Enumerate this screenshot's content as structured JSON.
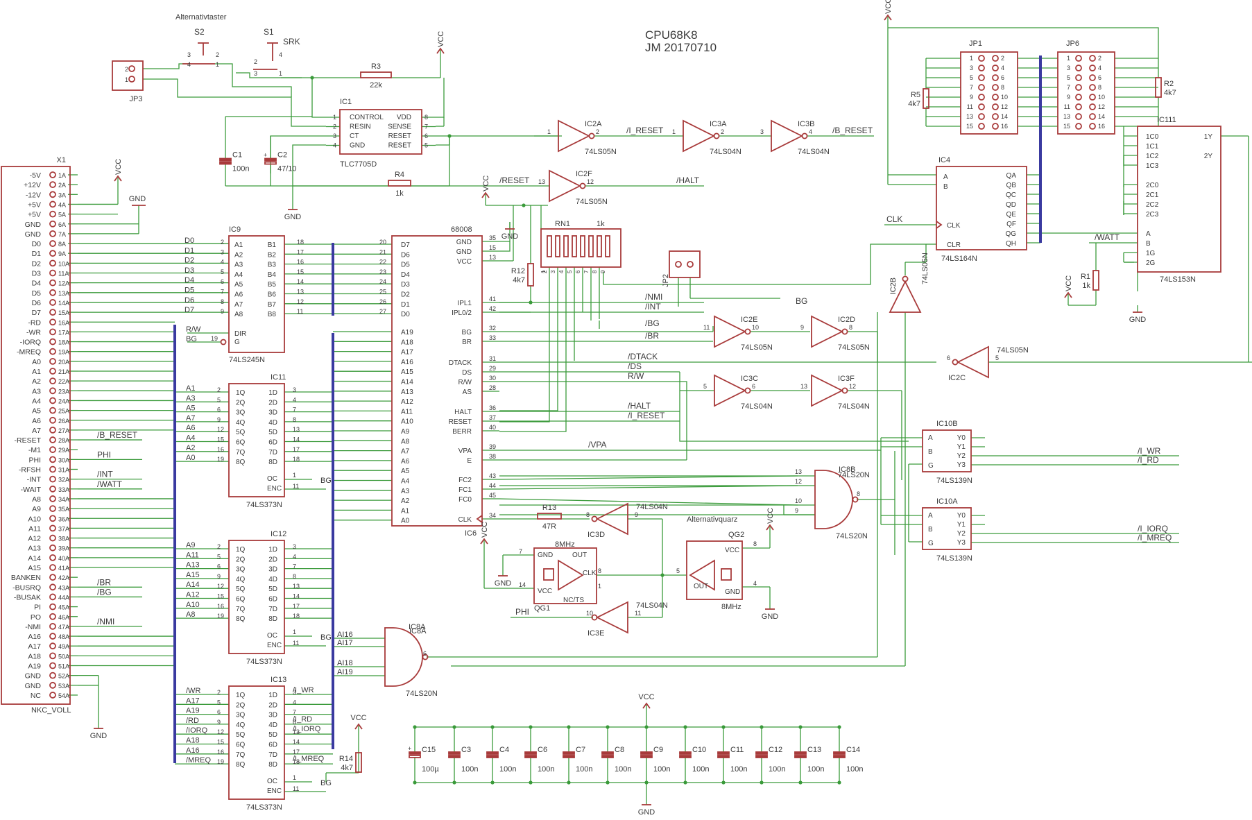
{
  "title": {
    "line1": "CPU68K8",
    "line2": "JM 20170710"
  },
  "colors": {
    "wire": "#3a9a3a",
    "part": "#a83a3a",
    "bus": "#3a3aa0",
    "text": "#3a3a3a"
  },
  "power": {
    "vcc": "VCC",
    "gnd": "GND"
  },
  "connector_x1": {
    "ref": "X1",
    "name": "NKC_VOLL",
    "pins": [
      {
        "num": "1A",
        "label": "-5V"
      },
      {
        "num": "2A",
        "label": "+12V"
      },
      {
        "num": "3A",
        "label": "-12V"
      },
      {
        "num": "4A",
        "label": "+5V"
      },
      {
        "num": "5A",
        "label": "+5V"
      },
      {
        "num": "6A",
        "label": "GND"
      },
      {
        "num": "7A",
        "label": "GND"
      },
      {
        "num": "8A",
        "label": "D0"
      },
      {
        "num": "9A",
        "label": "D1"
      },
      {
        "num": "10A",
        "label": "D2"
      },
      {
        "num": "11A",
        "label": "D3"
      },
      {
        "num": "12A",
        "label": "D4"
      },
      {
        "num": "13A",
        "label": "D5"
      },
      {
        "num": "14A",
        "label": "D6"
      },
      {
        "num": "15A",
        "label": "D7"
      },
      {
        "num": "16A",
        "label": "-RD"
      },
      {
        "num": "17A",
        "label": "-WR"
      },
      {
        "num": "18A",
        "label": "-IORQ"
      },
      {
        "num": "19A",
        "label": "-MREQ"
      },
      {
        "num": "20A",
        "label": "A0"
      },
      {
        "num": "21A",
        "label": "A1"
      },
      {
        "num": "22A",
        "label": "A2"
      },
      {
        "num": "23A",
        "label": "A3"
      },
      {
        "num": "24A",
        "label": "A4"
      },
      {
        "num": "25A",
        "label": "A5"
      },
      {
        "num": "26A",
        "label": "A6"
      },
      {
        "num": "27A",
        "label": "A7"
      },
      {
        "num": "28A",
        "label": "-RESET"
      },
      {
        "num": "29A",
        "label": "-M1"
      },
      {
        "num": "30A",
        "label": "PHI"
      },
      {
        "num": "31A",
        "label": "-RFSH"
      },
      {
        "num": "32A",
        "label": "-INT"
      },
      {
        "num": "33A",
        "label": "-WAIT"
      },
      {
        "num": "34A",
        "label": "A8"
      },
      {
        "num": "35A",
        "label": "A9"
      },
      {
        "num": "36A",
        "label": "A10"
      },
      {
        "num": "37A",
        "label": "A11"
      },
      {
        "num": "38A",
        "label": "A12"
      },
      {
        "num": "39A",
        "label": "A13"
      },
      {
        "num": "40A",
        "label": "A14"
      },
      {
        "num": "41A",
        "label": "A15"
      },
      {
        "num": "42A",
        "label": "BANKEN"
      },
      {
        "num": "43A",
        "label": "-BUSRQ"
      },
      {
        "num": "44A",
        "label": "-BUSAK"
      },
      {
        "num": "45A",
        "label": "PI"
      },
      {
        "num": "46A",
        "label": "PO"
      },
      {
        "num": "47A",
        "label": "-NMI"
      },
      {
        "num": "48A",
        "label": "A16"
      },
      {
        "num": "49A",
        "label": "A17"
      },
      {
        "num": "50A",
        "label": "A18"
      },
      {
        "num": "51A",
        "label": "A19"
      },
      {
        "num": "52A",
        "label": "GND"
      },
      {
        "num": "53A",
        "label": "GND"
      },
      {
        "num": "54A",
        "label": "NC"
      }
    ]
  },
  "net_labels": {
    "x1_side": [
      {
        "key": "b_reset",
        "text": "/B_RESET"
      },
      {
        "key": "phi",
        "text": "PHI"
      },
      {
        "key": "int",
        "text": "/INT"
      },
      {
        "key": "watt",
        "text": "/WATT"
      },
      {
        "key": "br",
        "text": "/BR"
      },
      {
        "key": "bg",
        "text": "/BG"
      },
      {
        "key": "nmi",
        "text": "/NMI"
      }
    ],
    "cpu_side": [
      {
        "key": "nmi",
        "text": "/NMI"
      },
      {
        "key": "int",
        "text": "/INT"
      },
      {
        "key": "bg",
        "text": "/BG"
      },
      {
        "key": "br",
        "text": "/BR"
      },
      {
        "key": "dtack",
        "text": "/DTACK"
      },
      {
        "key": "ds",
        "text": "/DS"
      },
      {
        "key": "rw",
        "text": "R/W"
      },
      {
        "key": "halt",
        "text": "/HALT"
      },
      {
        "key": "i_reset",
        "text": "/I_RESET"
      },
      {
        "key": "vpa",
        "text": "/VPA"
      }
    ],
    "misc": {
      "i_reset_top": "/I_RESET",
      "b_reset_top": "/B_RESET",
      "reset": "/RESET",
      "halt": "/HALT",
      "bg_net": "BG",
      "clk": "CLK",
      "watt_right": "/WATT",
      "i_wr": "/I_WR",
      "i_rd": "/I_RD",
      "i_iorq": "/I_IORQ",
      "i_mreq": "/I_MREQ",
      "phi_bottom": "PHI",
      "ic13_in": [
        "/WR",
        "A17",
        "A19",
        "/RD",
        "/IORQ",
        "A18",
        "A16",
        "/MREQ"
      ],
      "ic13_out": [
        "/I_WR",
        "/I_RD",
        "/I_IORQ",
        "/I_MREQ"
      ],
      "ic8a_in": [
        "AI16",
        "AI17",
        "AI18",
        "AI19"
      ]
    }
  },
  "switches": {
    "header": "Alternativtaster",
    "s2": "S2",
    "s1": "S1",
    "srk": "SRK",
    "jp3": "JP3"
  },
  "components": {
    "ic1": {
      "ref": "IC1",
      "value": "TLC7705D",
      "pins_left": [
        "CONTROL",
        "RESIN",
        "CT",
        "GND"
      ],
      "pins_right": [
        "VDD",
        "SENSE",
        "RESET",
        "RESET"
      ]
    },
    "r3": {
      "ref": "R3",
      "value": "22k"
    },
    "r4": {
      "ref": "R4",
      "value": "1k"
    },
    "r12": {
      "ref": "R12",
      "value": "4k7"
    },
    "r13": {
      "ref": "R13",
      "value": "47R"
    },
    "r14": {
      "ref": "R14",
      "value": "4k7"
    },
    "r5": {
      "ref": "R5",
      "value": "4k7"
    },
    "r2": {
      "ref": "R2",
      "value": "4k7"
    },
    "r1": {
      "ref": "R1",
      "value": "1k"
    },
    "rn1": {
      "ref": "RN1",
      "value": "1k"
    },
    "c1": {
      "ref": "C1",
      "value": "100n"
    },
    "c2": {
      "ref": "C2",
      "value": "47/10"
    },
    "jp1": {
      "ref": "JP1"
    },
    "jp6": {
      "ref": "JP6"
    },
    "jp2": {
      "ref": "JP2"
    },
    "ic9": {
      "ref": "IC9",
      "value": "74LS245N"
    },
    "ic11": {
      "ref": "IC11",
      "value": "74LS373N"
    },
    "ic12": {
      "ref": "IC12",
      "value": "74LS373N"
    },
    "ic13": {
      "ref": "IC13",
      "value": "74LS373N"
    },
    "ic6": {
      "ref": "IC6",
      "value": "68008"
    },
    "ic4": {
      "ref": "IC4",
      "value": "74LS164N"
    },
    "ic111": {
      "ref": "IC111",
      "value": "74LS153N"
    },
    "ic10b": {
      "ref": "IC10B",
      "value": "74LS139N"
    },
    "ic10a": {
      "ref": "IC10A",
      "value": "74LS139N"
    },
    "ic8a": {
      "ref": "IC8A",
      "value": "74LS20N"
    },
    "ic8b": {
      "ref": "IC8B",
      "value": "74LS20N"
    },
    "ic2a": {
      "ref": "IC2A",
      "value": "74LS05N"
    },
    "ic2b": {
      "ref": "IC2B",
      "value": "74LS05N"
    },
    "ic2c": {
      "ref": "IC2C",
      "value": "74LS05N"
    },
    "ic2d": {
      "ref": "IC2D",
      "value": "74LS05N"
    },
    "ic2e": {
      "ref": "IC2E",
      "value": "74LS05N"
    },
    "ic2f": {
      "ref": "IC2F",
      "value": "74LS05N"
    },
    "ic3a": {
      "ref": "IC3A",
      "value": "74LS04N"
    },
    "ic3b": {
      "ref": "IC3B",
      "value": "74LS04N"
    },
    "ic3c": {
      "ref": "IC3C",
      "value": "74LS04N"
    },
    "ic3d": {
      "ref": "IC3D",
      "value": "74LS04N"
    },
    "ic3e": {
      "ref": "IC3E",
      "value": "74LS04N"
    },
    "ic3f": {
      "ref": "IC3F",
      "value": "74LS04N"
    },
    "qg1": {
      "ref": "QG1",
      "value": "8MHz",
      "pins": [
        "GND",
        "OUT",
        "VCC",
        "NC/TS",
        "CLK"
      ]
    },
    "qg2": {
      "ref": "QG2",
      "value": "8MHz",
      "label": "Alternativquarz",
      "pins": [
        "VCC",
        "OUT",
        "GND"
      ]
    }
  },
  "ic6_pins_right": [
    "GND",
    "GND",
    "VCC",
    "IPL1",
    "IPL0/2",
    "BG",
    "BR",
    "DTACK",
    "DS",
    "R/W",
    "AS",
    "HALT",
    "RESET",
    "BERR",
    "VPA",
    "E",
    "FC2",
    "FC1",
    "FC0",
    "CLK"
  ],
  "decoupling": [
    {
      "ref": "C15",
      "value": "100µ"
    },
    {
      "ref": "C3",
      "value": "100n"
    },
    {
      "ref": "C4",
      "value": "100n"
    },
    {
      "ref": "C6",
      "value": "100n"
    },
    {
      "ref": "C7",
      "value": "100n"
    },
    {
      "ref": "C8",
      "value": "100n"
    },
    {
      "ref": "C9",
      "value": "100n"
    },
    {
      "ref": "C10",
      "value": "100n"
    },
    {
      "ref": "C11",
      "value": "100n"
    },
    {
      "ref": "C12",
      "value": "100n"
    },
    {
      "ref": "C13",
      "value": "100n"
    },
    {
      "ref": "C14",
      "value": "100n"
    }
  ]
}
